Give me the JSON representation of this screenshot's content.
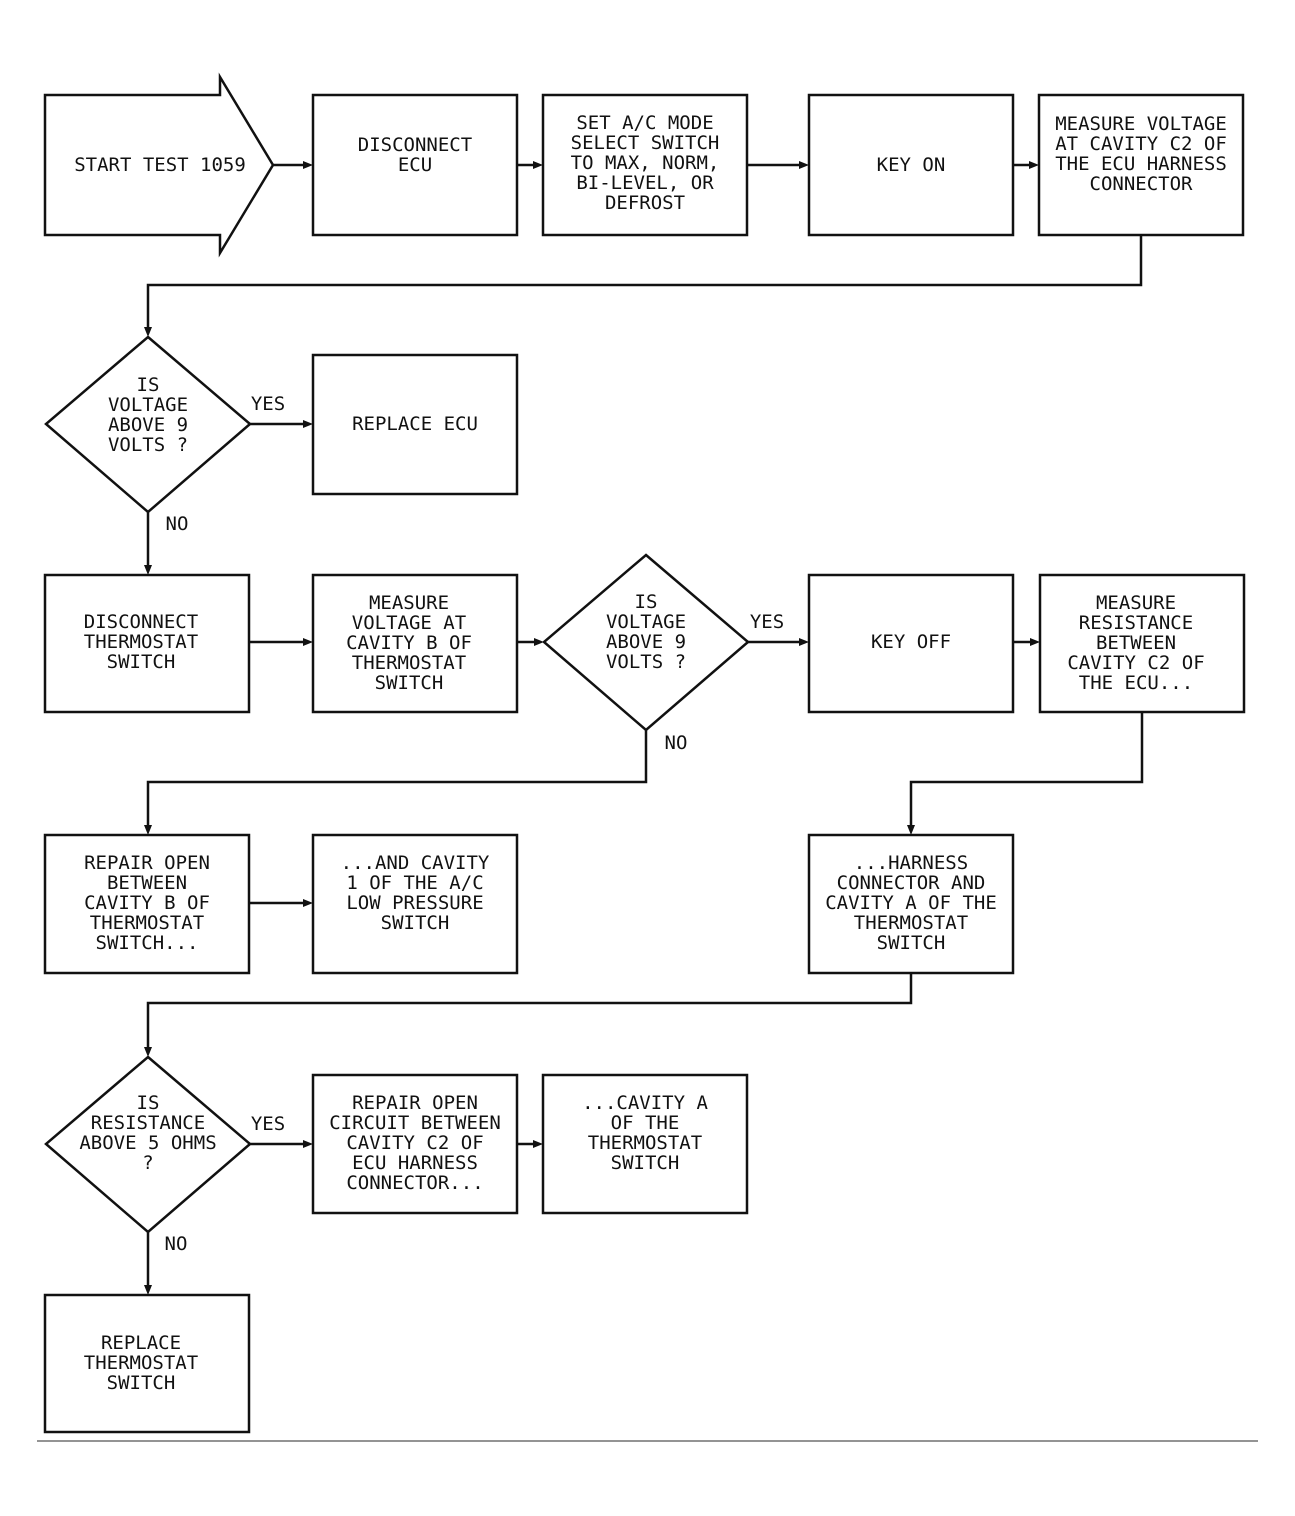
{
  "colors": {
    "ink": "#111111",
    "paper": "#ffffff"
  },
  "start": {
    "lines": [
      "START TEST 1059"
    ]
  },
  "nodes": {
    "disconnect_ecu": {
      "lines": [
        "DISCONNECT",
        "ECU"
      ]
    },
    "set_ac_mode": {
      "lines": [
        "SET A/C MODE",
        "SELECT SWITCH",
        "TO MAX, NORM,",
        "BI-LEVEL, OR",
        "DEFROST"
      ]
    },
    "key_on": {
      "lines": [
        "KEY ON"
      ]
    },
    "measure_voltage_c2": {
      "lines": [
        "MEASURE VOLTAGE",
        "AT CAVITY C2 OF",
        "THE ECU HARNESS",
        "CONNECTOR"
      ]
    },
    "decision_voltage_1": {
      "lines": [
        "IS",
        "VOLTAGE",
        "ABOVE 9",
        "VOLTS ?"
      ]
    },
    "replace_ecu": {
      "lines": [
        "REPLACE ECU"
      ]
    },
    "disconnect_thermostat": {
      "lines": [
        "DISCONNECT",
        "THERMOSTAT",
        "SWITCH"
      ]
    },
    "measure_voltage_b": {
      "lines": [
        "MEASURE",
        "VOLTAGE AT",
        "CAVITY B OF",
        "THERMOSTAT",
        "SWITCH"
      ]
    },
    "decision_voltage_2": {
      "lines": [
        "IS",
        "VOLTAGE",
        "ABOVE 9",
        "VOLTS ?"
      ]
    },
    "key_off": {
      "lines": [
        "KEY OFF"
      ]
    },
    "measure_resistance": {
      "lines": [
        "MEASURE",
        "RESISTANCE",
        "BETWEEN",
        "CAVITY C2 OF",
        "THE ECU..."
      ]
    },
    "repair_open_b": {
      "lines": [
        "REPAIR OPEN",
        "BETWEEN",
        "CAVITY B OF",
        "THERMOSTAT",
        "SWITCH..."
      ]
    },
    "and_cavity_1": {
      "lines": [
        "...AND CAVITY",
        "1 OF THE A/C",
        "LOW PRESSURE",
        "SWITCH"
      ]
    },
    "harness_connector": {
      "lines": [
        "...HARNESS",
        "CONNECTOR AND",
        "CAVITY A OF THE",
        "THERMOSTAT",
        "SWITCH"
      ]
    },
    "decision_resistance": {
      "lines": [
        "IS",
        "RESISTANCE",
        "ABOVE 5 OHMS",
        "?"
      ]
    },
    "repair_open_c2": {
      "lines": [
        "REPAIR OPEN",
        "CIRCUIT BETWEEN",
        "CAVITY C2 OF",
        "ECU HARNESS",
        "CONNECTOR..."
      ]
    },
    "cavity_a": {
      "lines": [
        "...CAVITY A",
        "OF THE",
        "THERMOSTAT",
        "SWITCH"
      ]
    },
    "replace_thermostat": {
      "lines": [
        "REPLACE",
        "THERMOSTAT",
        "SWITCH"
      ]
    }
  },
  "edge_labels": {
    "yes_1": "YES",
    "no_1": "NO",
    "yes_2": "YES",
    "no_2": "NO",
    "yes_3": "YES",
    "no_3": "NO"
  }
}
